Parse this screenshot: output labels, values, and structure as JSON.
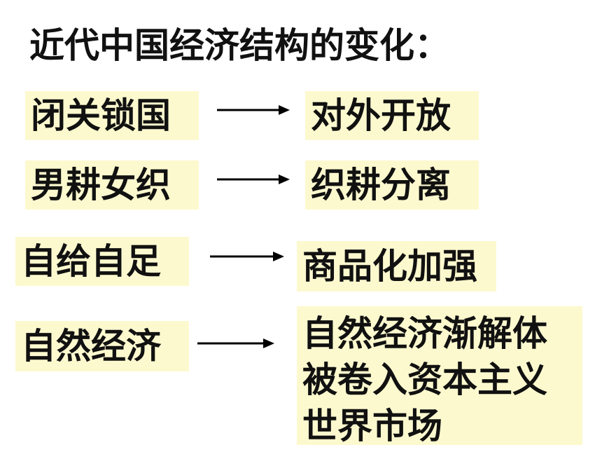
{
  "title": "近代中国经济结构的变化：",
  "rows": [
    {
      "from": "闭关锁国",
      "to": [
        "对外开放"
      ]
    },
    {
      "from": "男耕女织",
      "to": [
        "织耕分离"
      ]
    },
    {
      "from": "自给自足",
      "to": [
        "商品化加强"
      ]
    },
    {
      "from": "自然经济",
      "to": [
        "自然经济渐解体",
        "被卷入资本主义",
        "世界市场"
      ]
    }
  ],
  "colors": {
    "box_fill": "#fdf9cf",
    "text": "#111111",
    "arrow": "#000000"
  }
}
